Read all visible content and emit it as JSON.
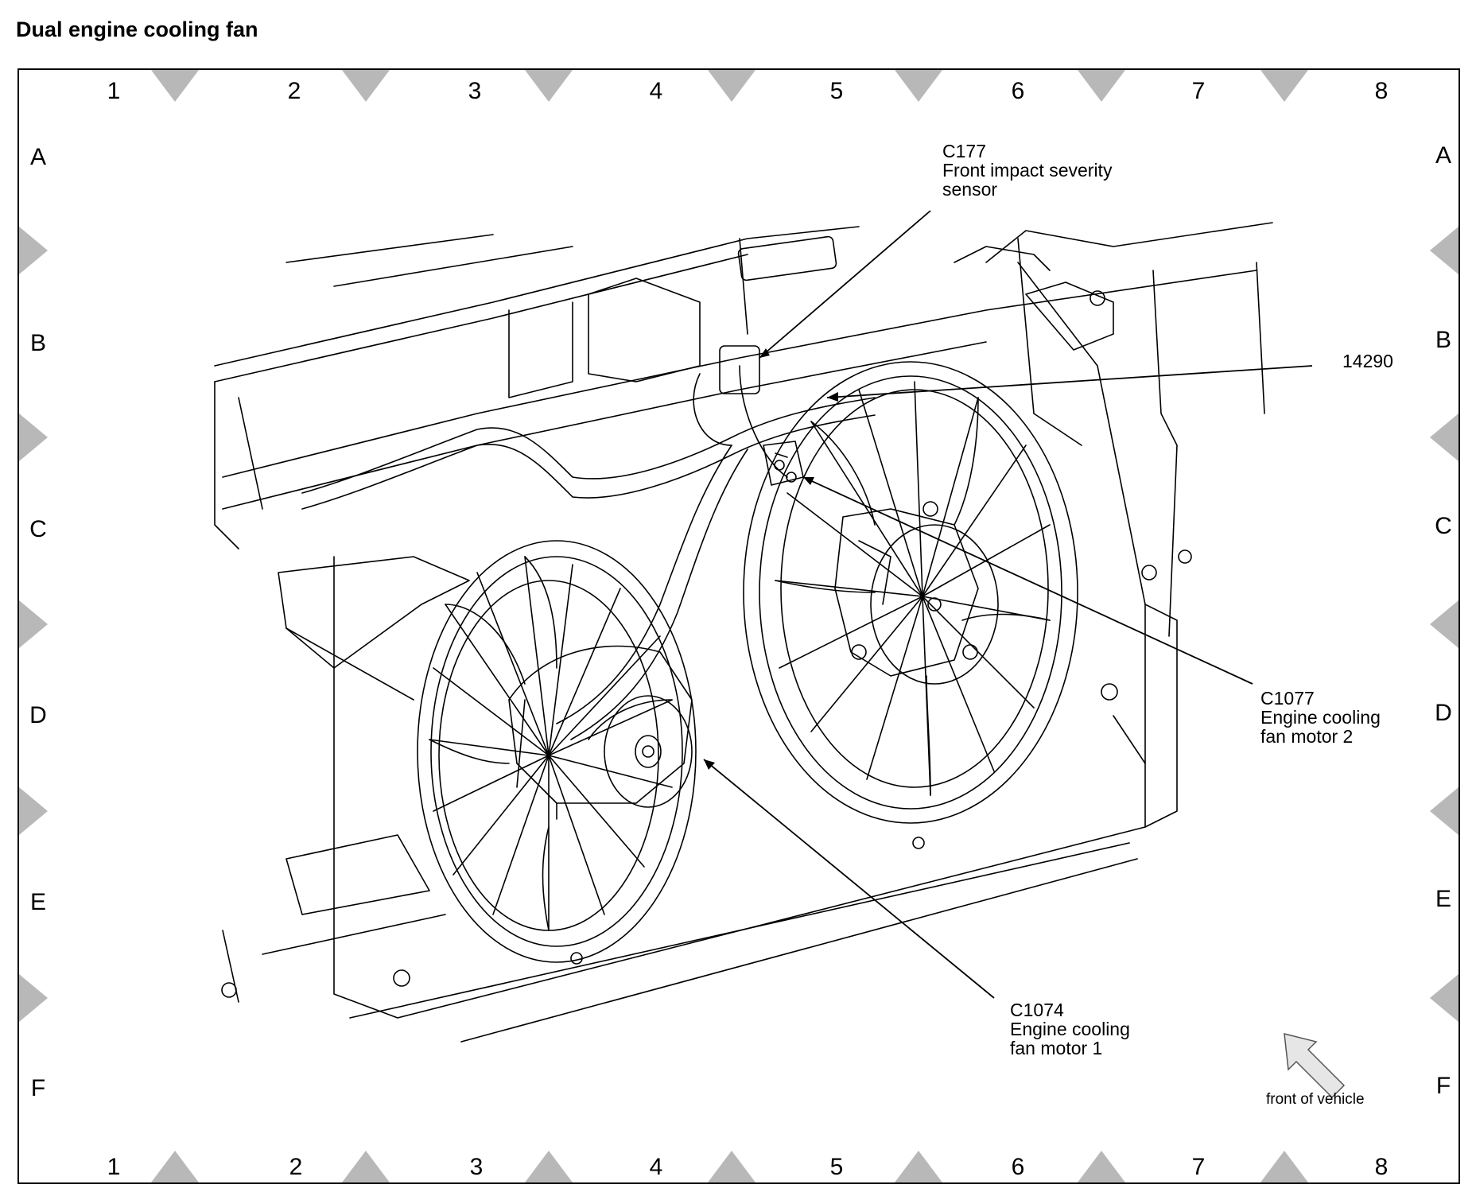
{
  "title": "Dual engine cooling fan",
  "grid": {
    "columns": [
      "1",
      "2",
      "3",
      "4",
      "5",
      "6",
      "7",
      "8"
    ],
    "rows": [
      "A",
      "B",
      "C",
      "D",
      "E",
      "F"
    ]
  },
  "callouts": {
    "c177": {
      "connector": "C177",
      "line1": "Front impact severity",
      "line2": "sensor"
    },
    "p14290": {
      "connector": "14290"
    },
    "c1077": {
      "connector": "C1077",
      "line1": "Engine cooling",
      "line2": "fan motor 2"
    },
    "c1074": {
      "connector": "C1074",
      "line1": "Engine cooling",
      "line2": "fan motor 1"
    }
  },
  "orientation": {
    "label": "front of vehicle",
    "icon": "arrow-icon"
  },
  "colors": {
    "line": "#000000",
    "marker": "#b8b8b8",
    "background": "#ffffff"
  }
}
